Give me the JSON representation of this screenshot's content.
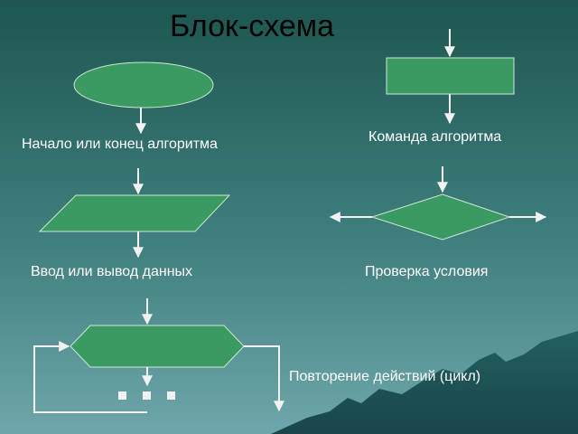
{
  "title": "Блок-схема",
  "labels": {
    "terminal": "Начало или конец алгоритма",
    "process": "Команда алгоритма",
    "io": "Ввод или вывод данных",
    "decision": "Проверка условия",
    "loop": "Повторение действий (цикл)"
  },
  "colors": {
    "background_top": "#1f5a52",
    "background_bottom": "#5c9a9c",
    "shape_fill": "#3a9a62",
    "shape_stroke": "#cfe8d6",
    "line": "#f2f2f2",
    "title_text": "#000000",
    "label_text": "#ffffff"
  }
}
